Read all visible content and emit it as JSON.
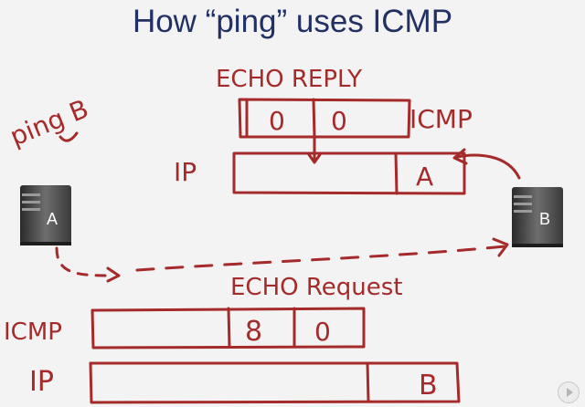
{
  "title": "How “ping” uses ICMP",
  "annotations": {
    "ping_note": "ping B",
    "echo_reply": "ECHO REPLY",
    "echo_request": "ECHO Request",
    "icmp_top": "ICMP",
    "ip_top": "IP",
    "icmp_bottom": "ICMP",
    "ip_bottom": "IP"
  },
  "reply_packet": {
    "icmp_type": "0",
    "icmp_code": "0",
    "ip_destination": "A"
  },
  "request_packet": {
    "icmp_type": "8",
    "icmp_code": "0",
    "ip_destination": "B"
  },
  "hosts": {
    "left": "A",
    "right": "B"
  },
  "colors": {
    "ink": "#a52a2a",
    "title": "#223063",
    "background": "#f3f3f3"
  },
  "icons": [
    "server-icon",
    "play-icon"
  ]
}
